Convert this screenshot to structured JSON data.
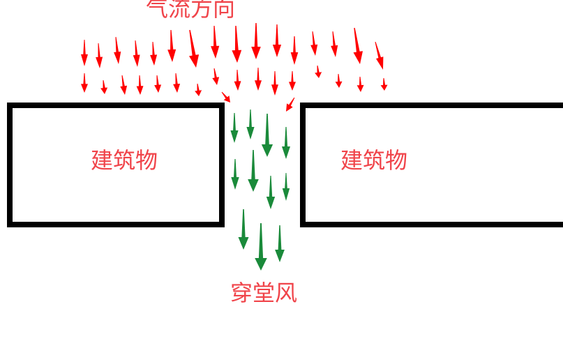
{
  "title": "气流方向",
  "left_building": "建筑物",
  "right_building": "建筑物",
  "bottom_label": "穿堂风",
  "colors": {
    "incoming_air": "#ff0000",
    "through_draft": "#1a8a3a",
    "building_outline": "#000000",
    "label": "#f0444a"
  }
}
